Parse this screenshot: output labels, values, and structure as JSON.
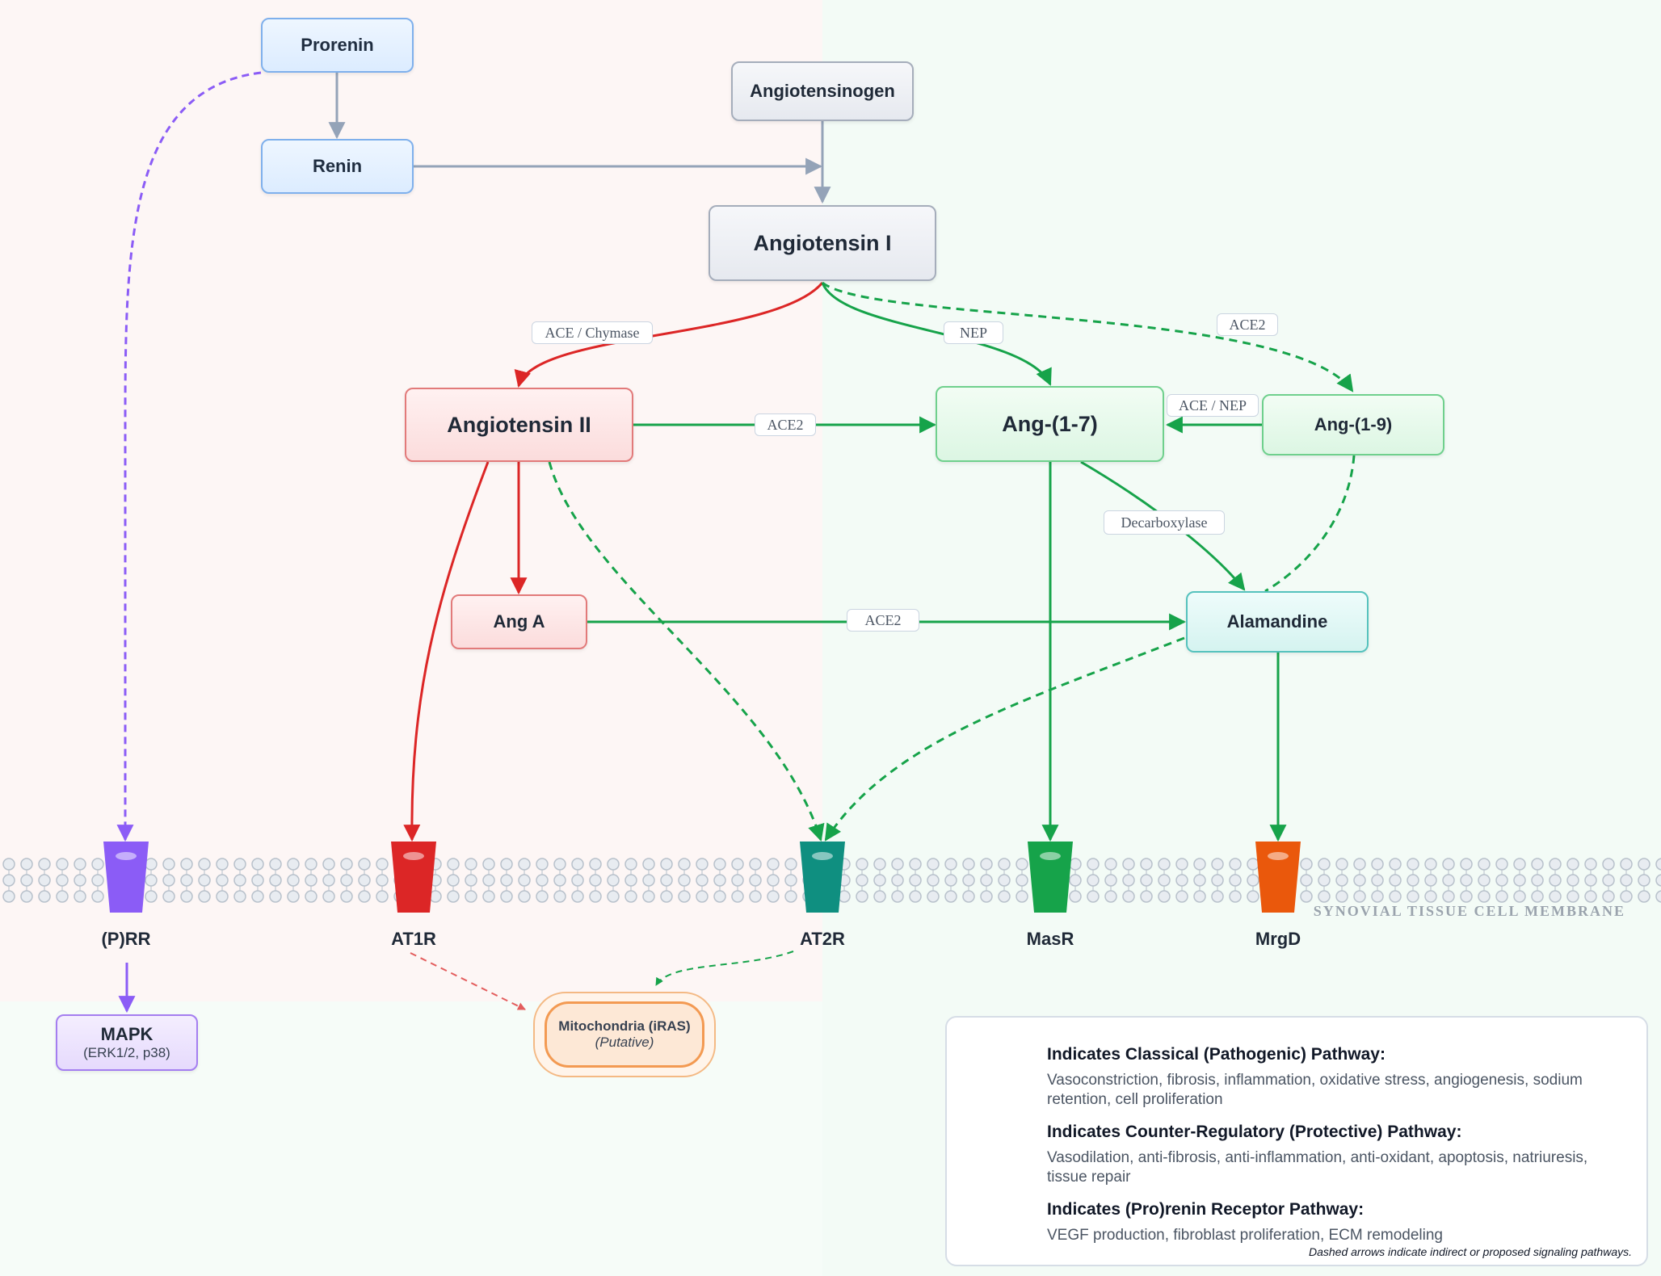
{
  "nodes": {
    "prorenin": "Prorenin",
    "renin": "Renin",
    "angiotensinogen": "Angiotensinogen",
    "angiotensin_i": "Angiotensin I",
    "angiotensin_ii": "Angiotensin II",
    "ang_1_7": "Ang-(1-7)",
    "ang_1_9": "Ang-(1-9)",
    "ang_a": "Ang A",
    "alamandine": "Alamandine",
    "mapk": "MAPK",
    "mapk_sub": "(ERK1/2, p38)",
    "mitochondria": "Mitochondria (iRAS)",
    "mitochondria_sub": "(Putative)"
  },
  "enzymes": {
    "ace_chymase": "ACE / Chymase",
    "nep": "NEP",
    "ace2_top": "ACE2",
    "ace2_mid": "ACE2",
    "ace_nep": "ACE / NEP",
    "decarboxylase": "Decarboxylase",
    "ace2_low": "ACE2"
  },
  "receptors": [
    {
      "name": "(P)RR",
      "color": "#8b5cf6"
    },
    {
      "name": "AT1R",
      "color": "#dc2626"
    },
    {
      "name": "AT2R",
      "color": "#0f8f80"
    },
    {
      "name": "MasR",
      "color": "#16a34a"
    },
    {
      "name": "MrgD",
      "color": "#ea580c"
    }
  ],
  "membrane_label": "SYNOVIAL TISSUE CELL MEMBRANE",
  "colors": {
    "classical": "#dc2626",
    "protective": "#16a34a",
    "prorenin_pathway": "#8b5cf6",
    "neutral": "#94a3b8"
  },
  "legend": {
    "items": [
      {
        "title": "Indicates Classical (Pathogenic) Pathway:",
        "desc": "Vasoconstriction, fibrosis, inflammation, oxidative stress, angiogenesis, sodium retention, cell proliferation",
        "color": "#dc2626"
      },
      {
        "title": "Indicates Counter-Regulatory (Protective) Pathway:",
        "desc": "Vasodilation, anti-fibrosis, anti-inflammation, anti-oxidant, apoptosis, natriuresis, tissue repair",
        "color": "#16a34a"
      },
      {
        "title": "Indicates (Pro)renin Receptor Pathway:",
        "desc": "VEGF production, fibroblast proliferation, ECM remodeling",
        "color": "#8b5cf6"
      }
    ],
    "note": "Dashed arrows indicate indirect or proposed signaling pathways."
  }
}
